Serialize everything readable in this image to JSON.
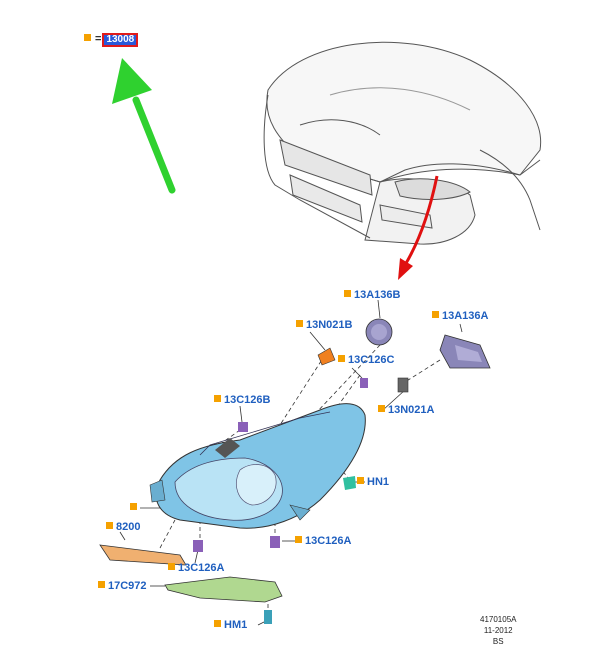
{
  "legend": {
    "equals": "=",
    "code": "13008"
  },
  "callouts": {
    "p_13a136b": "13A136B",
    "p_13n021b": "13N021B",
    "p_13a136a": "13A136A",
    "p_13c126c": "13C126C",
    "p_13c126b": "13C126B",
    "p_13n021a": "13N021A",
    "p_hn1": "HN1",
    "p_blank": "",
    "p_8200": "8200",
    "p_13c126a_right": "13C126A",
    "p_13c126a_left": "13C126A",
    "p_17c972": "17C972",
    "p_hm1": "HM1"
  },
  "reference": {
    "number": "4170105A",
    "date": "11-2012",
    "suffix": "BS"
  },
  "colors": {
    "callout_text": "#1f5fbf",
    "callout_square": "#f5a100",
    "highlight_box": "#e01a1a",
    "green_arrow": "#2fd12f",
    "red_arrow": "#e01010",
    "headlamp": "#7fc4e6"
  }
}
